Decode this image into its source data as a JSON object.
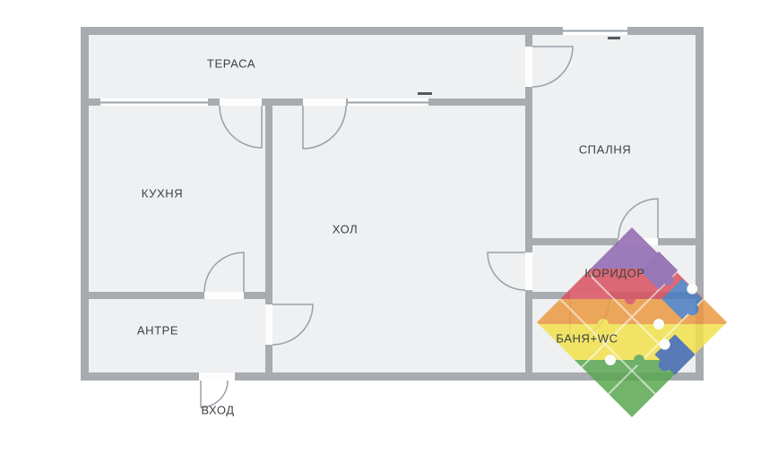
{
  "plan": {
    "rooms": {
      "terrace": "ТЕРАСА",
      "kitchen": "КУХНЯ",
      "hall": "ХОЛ",
      "bedroom": "СПАЛНЯ",
      "corridor": "КОРИДОР",
      "entry_hall": "АНТРЕ",
      "bath_wc": "БАНЯ+WC",
      "entrance": "ВХОД"
    },
    "colors": {
      "wall": "#a8acb0",
      "room_fill": "#eef0f1",
      "line": "#99a0a7"
    }
  },
  "watermark": {
    "name": "puzzle-diamond-logo",
    "colors": [
      "#9066b0",
      "#d8515f",
      "#eb9a41",
      "#f2e24d",
      "#5aa751",
      "#8a63ad",
      "#4a7cc0",
      "#3f66ad"
    ]
  }
}
